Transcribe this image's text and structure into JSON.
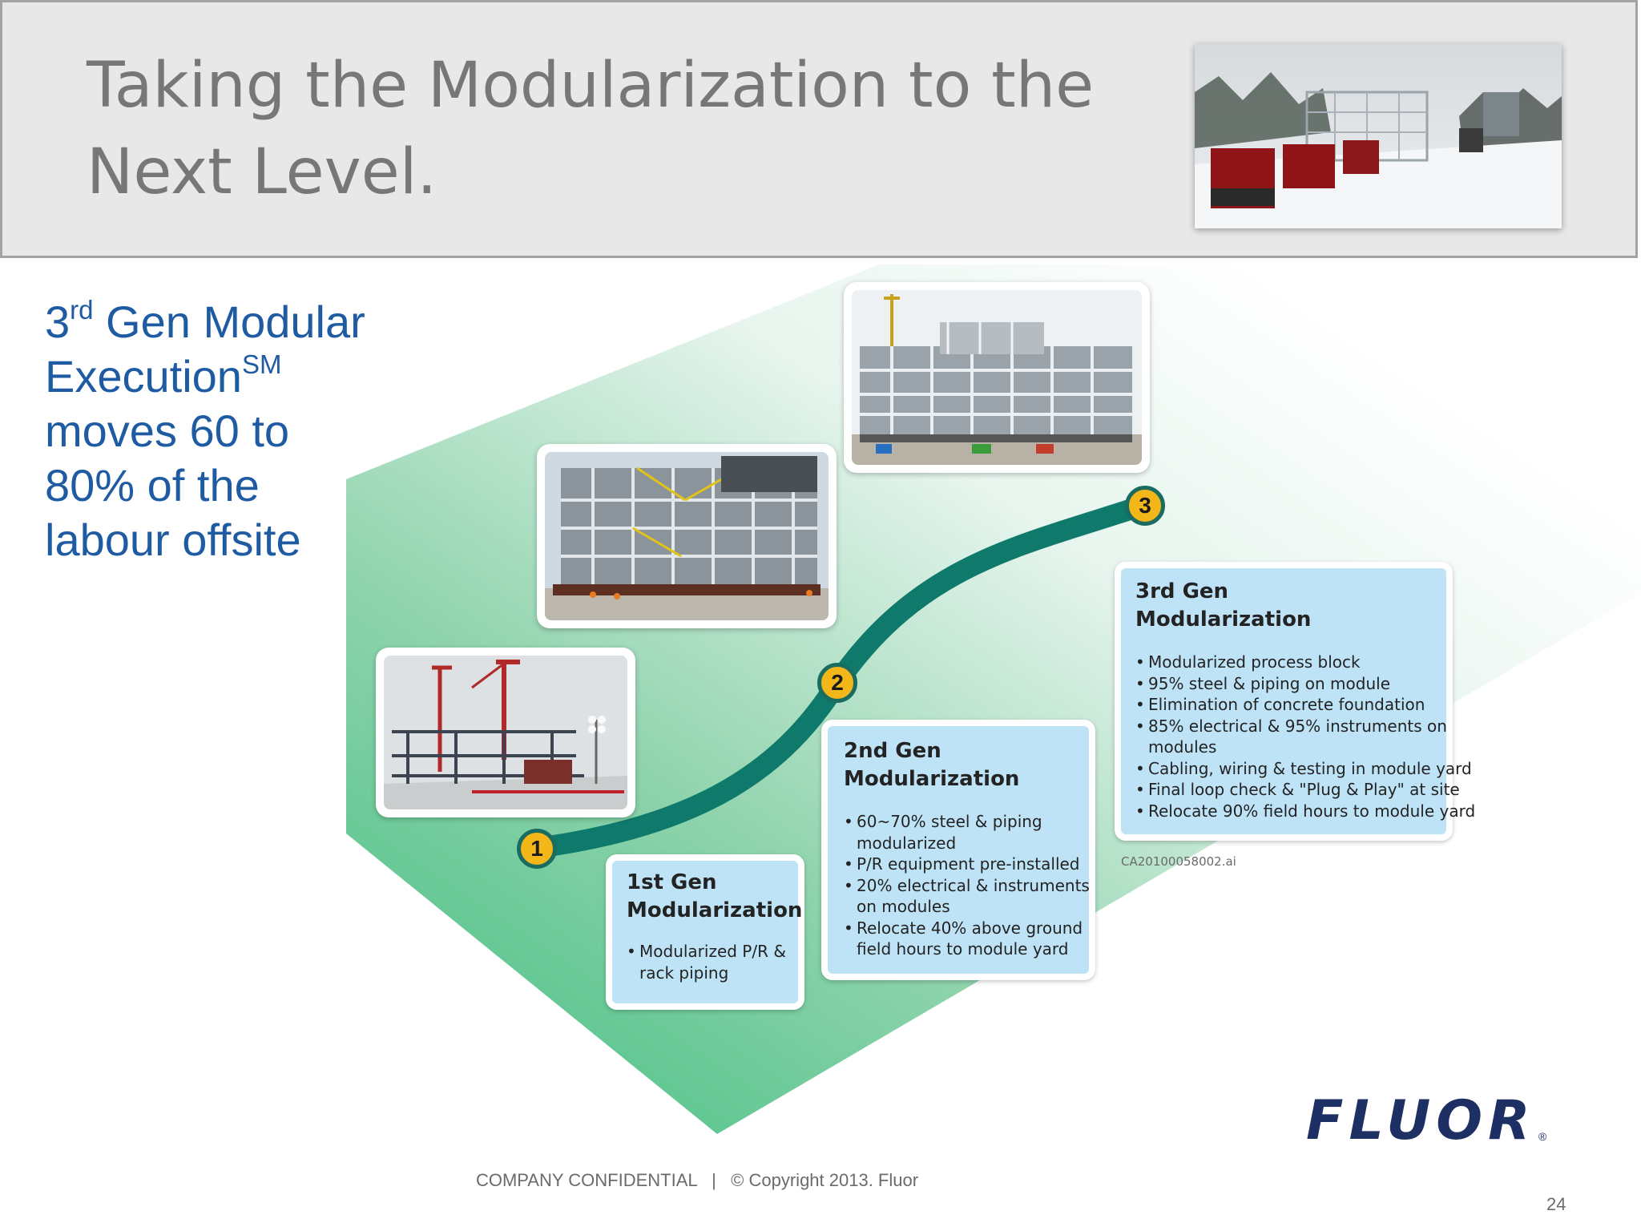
{
  "title": {
    "line1": "Taking the Modularization to the",
    "line2": "Next Level."
  },
  "subtitle": {
    "line1_num": "3",
    "line1_sup": "rd",
    "line1_rest": " Gen Modular",
    "line2_main": "Execution",
    "line2_sup": "SM",
    "line3": "moves 60 to",
    "line4": "80% of the",
    "line5": "labour offsite"
  },
  "markers": [
    "1",
    "2",
    "3"
  ],
  "stages": [
    {
      "title_line1": "1st Gen",
      "title_line2": "Modularization",
      "bullets": [
        {
          "line1": "Modularized P/R &",
          "line2": "rack piping"
        }
      ]
    },
    {
      "title_line1": "2nd Gen",
      "title_line2": "Modularization",
      "bullets": [
        {
          "line1": "60~70% steel & piping",
          "line2": "modularized"
        },
        {
          "line1": "P/R equipment pre-installed"
        },
        {
          "line1": "20% electrical & instruments",
          "line2": "on modules"
        },
        {
          "line1": "Relocate 40% above ground",
          "line2": "field hours to module yard"
        }
      ]
    },
    {
      "title_line1": "3rd Gen",
      "title_line2": "Modularization",
      "bullets": [
        {
          "line1": "Modularized process block"
        },
        {
          "line1": "95% steel & piping on module"
        },
        {
          "line1": "Elimination of concrete foundation"
        },
        {
          "line1": "85% electrical & 95% instruments on",
          "line2": "modules"
        },
        {
          "line1": "Cabling, wiring & testing in module yard"
        },
        {
          "line1": "Final loop check & \"Plug & Play\" at site"
        },
        {
          "line1": "Relocate 90% field hours to module yard"
        }
      ]
    }
  ],
  "file_code": "CA20100058002.ai",
  "logo": {
    "text": "FLUOR",
    "reg": "®"
  },
  "footer": "COMPANY CONFIDENTIAL   |   © Copyright 2013. Fluor",
  "page_number": "24",
  "colors": {
    "title_gray": "#777777",
    "subtitle_blue": "#1e5ba3",
    "path_teal": "#0f7a6c",
    "marker_yellow": "#f4b71a",
    "box_blue": "#bfe3f6",
    "logo_navy": "#1e2f63"
  }
}
